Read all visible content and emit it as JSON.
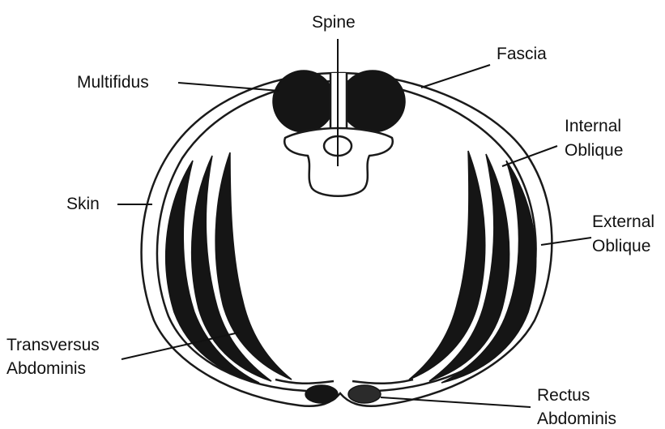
{
  "labels": {
    "spine": "Spine",
    "fascia": "Fascia",
    "multifidus": "Multifidus",
    "internal_oblique_1": "Internal",
    "internal_oblique_2": "Oblique",
    "skin": "Skin",
    "external_oblique_1": "External",
    "external_oblique_2": "Oblique",
    "transversus_1": "Transversus",
    "transversus_2": "Abdominis",
    "rectus_1": "Rectus",
    "rectus_2": "Abdominis"
  },
  "colors": {
    "ink": "#151515",
    "background": "#ffffff"
  }
}
